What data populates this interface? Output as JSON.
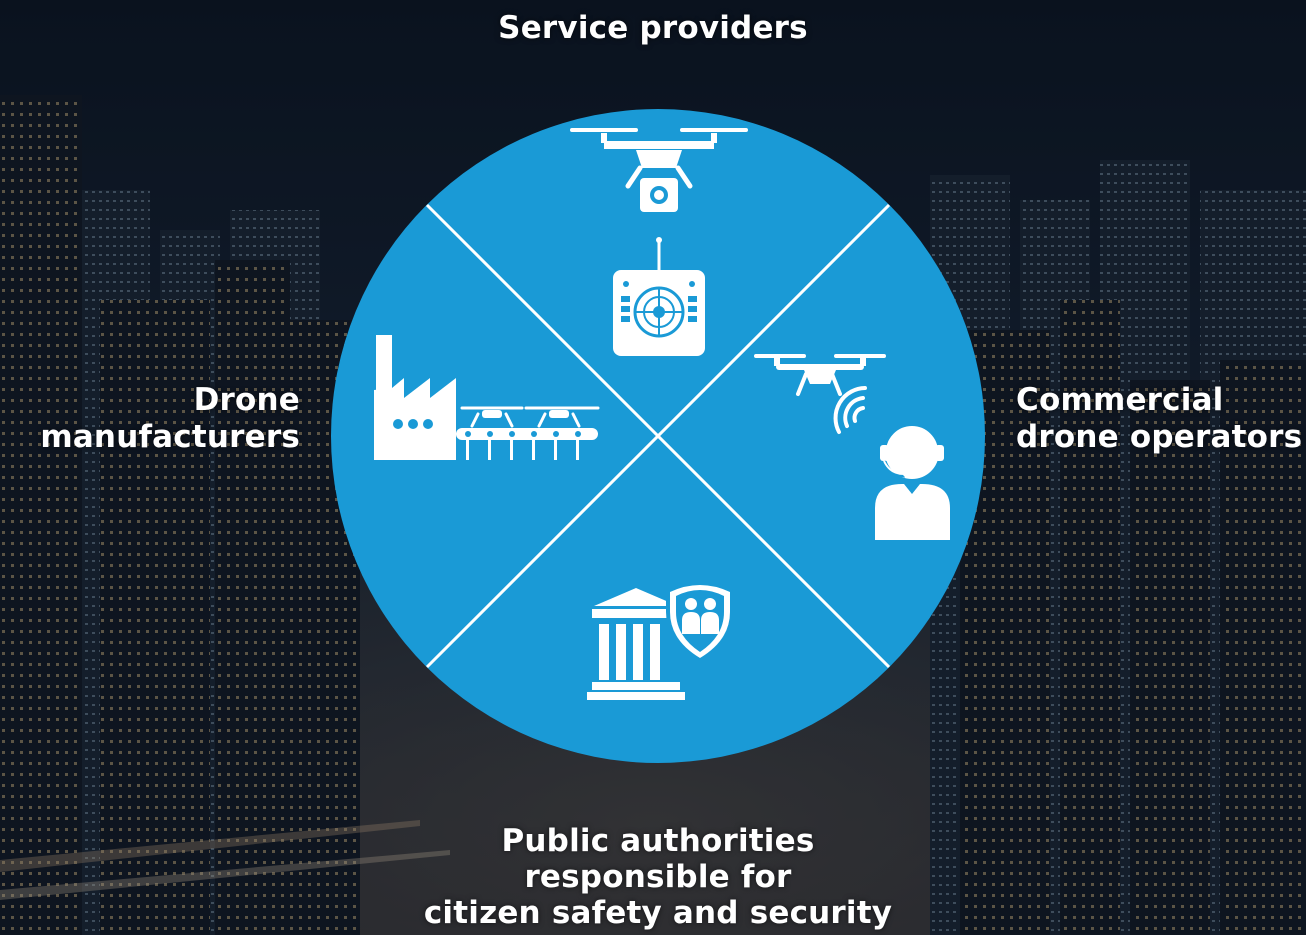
{
  "diagram": {
    "circle_color": "#1a9ad6",
    "icon_color": "#ffffff",
    "divider_color": "#ffffff",
    "background_theme": "night-city-skyline",
    "segments": [
      {
        "id": "top",
        "icons": [
          "drone-camera-icon",
          "remote-controller-icon"
        ]
      },
      {
        "id": "left",
        "icons": [
          "factory-assembly-line-icon"
        ]
      },
      {
        "id": "right",
        "icons": [
          "drone-operator-headset-icon"
        ]
      },
      {
        "id": "bottom",
        "icons": [
          "government-building-shield-icon"
        ]
      }
    ],
    "labels": {
      "top": [
        "Service providers"
      ],
      "left": [
        "Drone",
        "manufacturers"
      ],
      "right": [
        "Commercial",
        "drone operators"
      ],
      "bottom": [
        "Public authorities",
        "responsible for",
        "citizen safety and security"
      ]
    }
  }
}
